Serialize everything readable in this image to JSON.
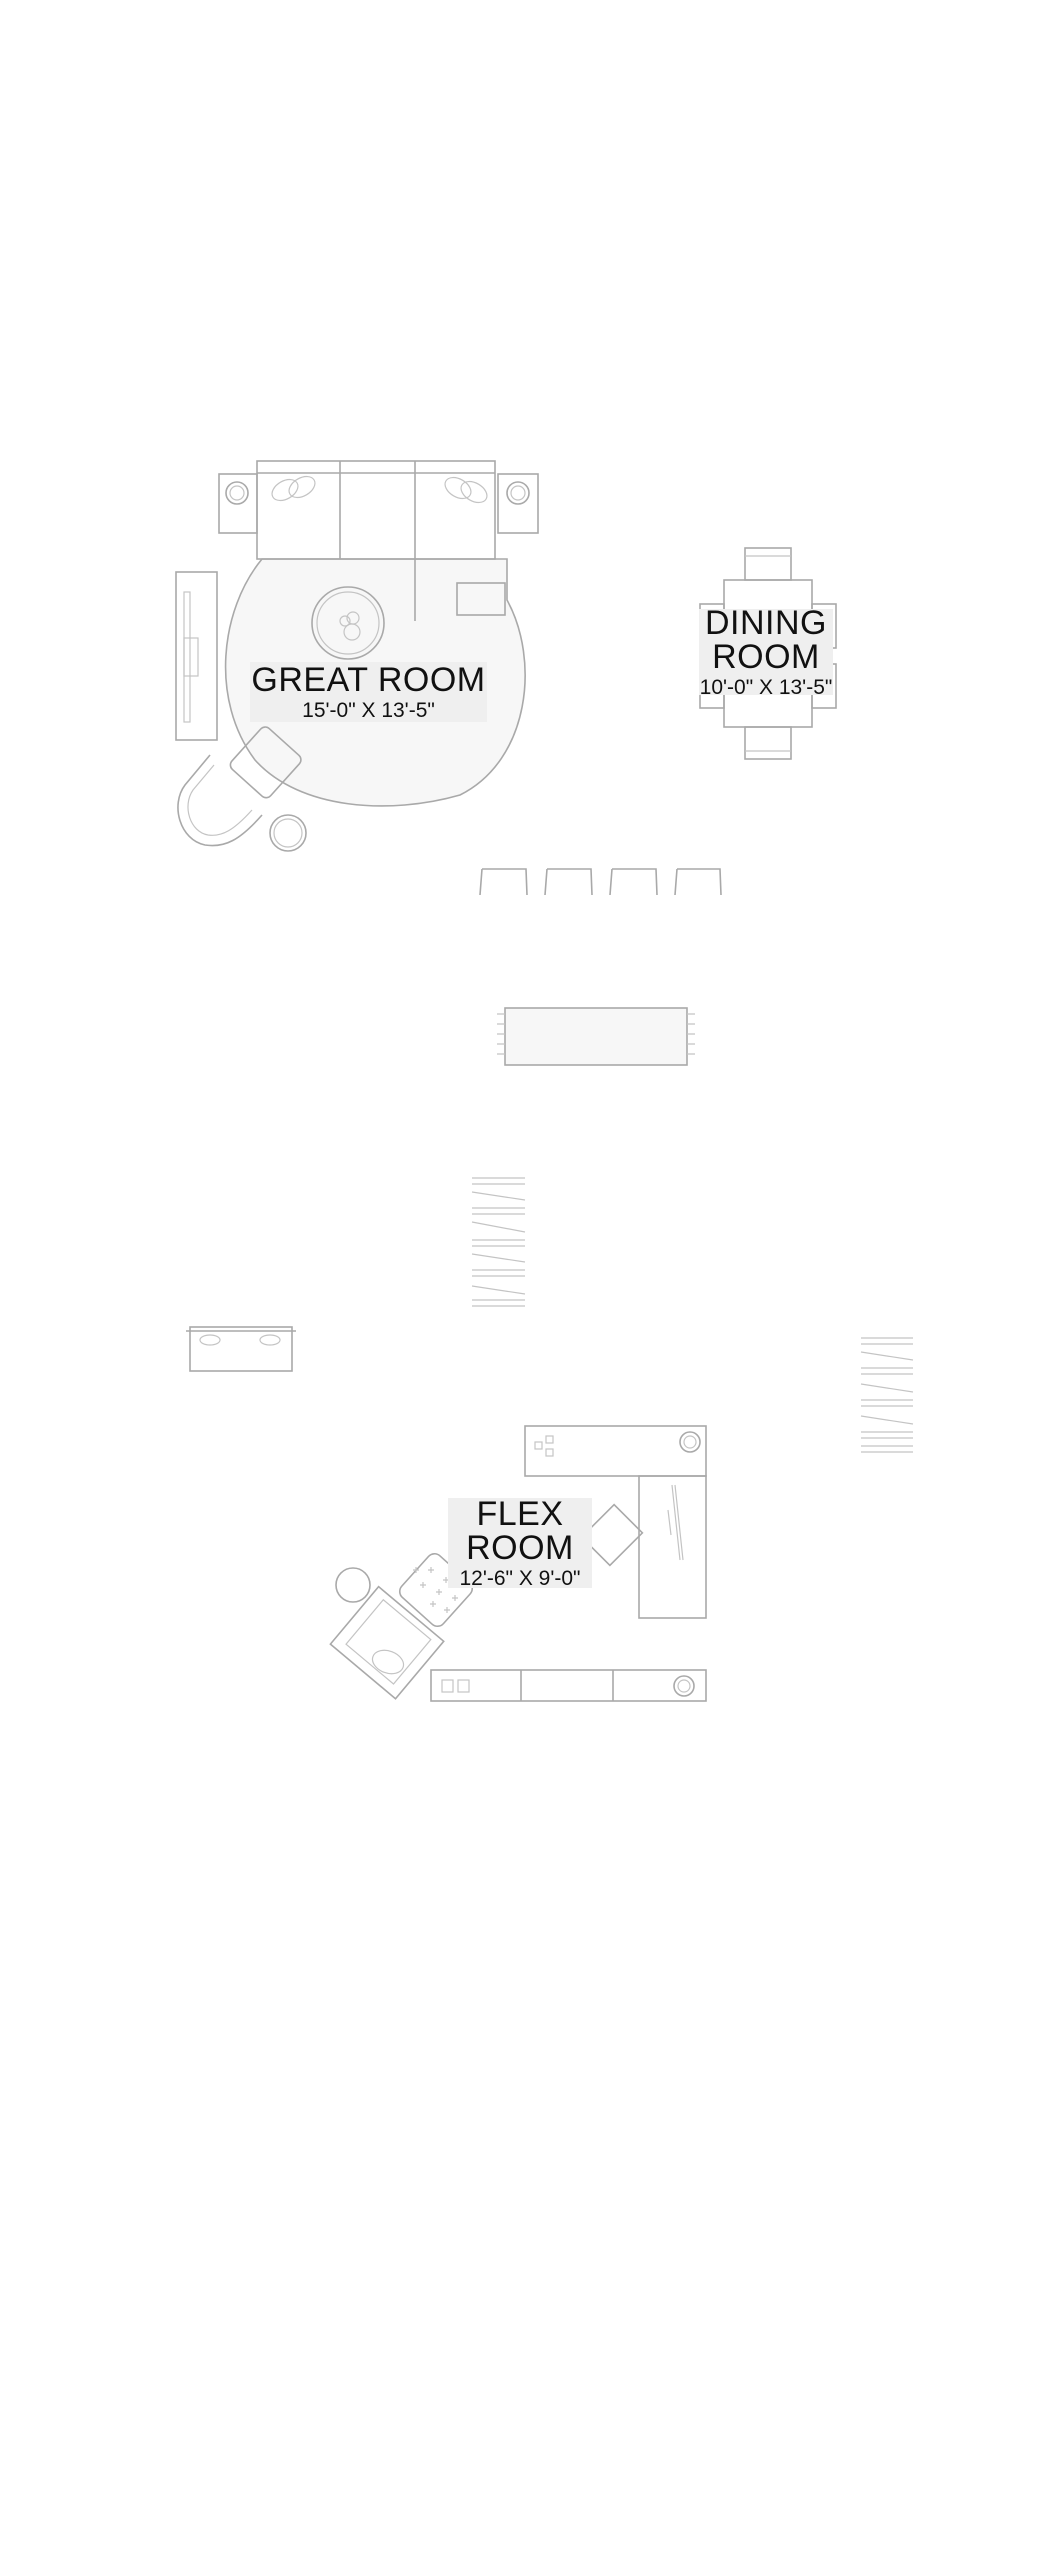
{
  "rooms": {
    "great_room": {
      "name": "GREAT ROOM",
      "dimensions": "15'-0\" X 13'-5\""
    },
    "dining_room": {
      "name_line1": "DINING",
      "name_line2": "ROOM",
      "dimensions": "10'-0\" X 13'-5\""
    },
    "flex_room": {
      "name_line1": "FLEX",
      "name_line2": "ROOM",
      "dimensions": "12'-6\" X 9'-0\""
    }
  },
  "colors": {
    "line": "#a9a9a9",
    "label_bg": "#efefef",
    "text": "#111111"
  }
}
